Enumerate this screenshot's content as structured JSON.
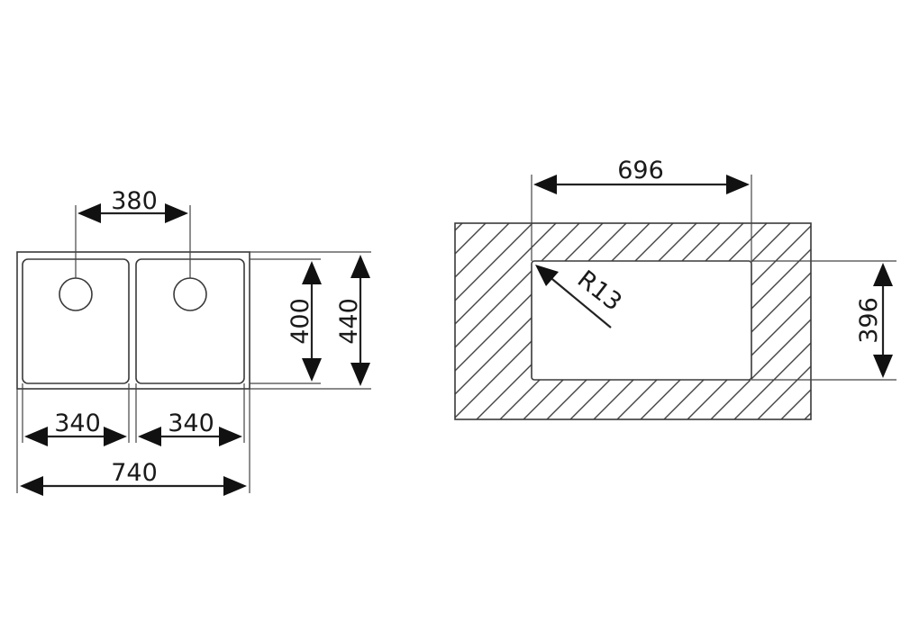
{
  "left_view": {
    "dim_hole_spacing": "380",
    "dim_bowl_height": "400",
    "dim_total_height": "440",
    "dim_bowl_left_width": "340",
    "dim_bowl_right_width": "340",
    "dim_total_width": "740"
  },
  "right_view": {
    "dim_cutout_width": "696",
    "dim_corner_radius": "R13",
    "dim_cutout_height": "396"
  },
  "colors": {
    "line": "#3a3a3a",
    "arrow": "#111111",
    "background": "#ffffff"
  }
}
